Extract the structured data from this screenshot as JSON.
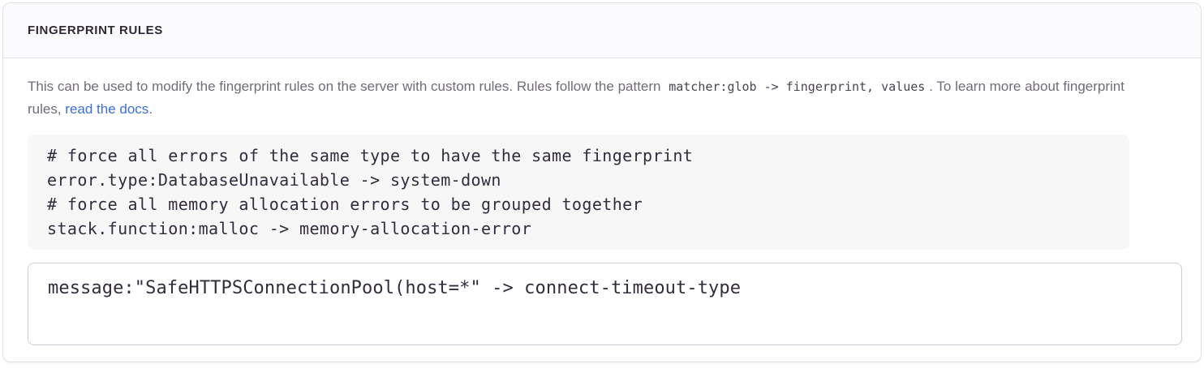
{
  "panel": {
    "title": "FINGERPRINT RULES",
    "description": {
      "before_code": "This can be used to modify the fingerprint rules on the server with custom rules. Rules follow the pattern ",
      "inline_code": "matcher:glob -> fingerprint, values",
      "after_code": ". To learn more about fingerprint rules, ",
      "link_label": "read the docs",
      "suffix": "."
    },
    "example_lines": [
      "# force all errors of the same type to have the same fingerprint",
      "error.type:DatabaseUnavailable -> system-down",
      "# force all memory allocation errors to be grouped together",
      "stack.function:malloc -> memory-allocation-error"
    ],
    "editor": {
      "value": "message:\"SafeHTTPSConnectionPool(host=*\" -> connect-timeout-type"
    }
  },
  "colors": {
    "link": "#3b6fdb",
    "heading_text": "#2f2936",
    "body_text": "#716b7a",
    "code_text": "#332c3c",
    "panel_border": "#e2dee6",
    "header_background": "#fbfafc",
    "example_background": "#f7f7f8"
  }
}
